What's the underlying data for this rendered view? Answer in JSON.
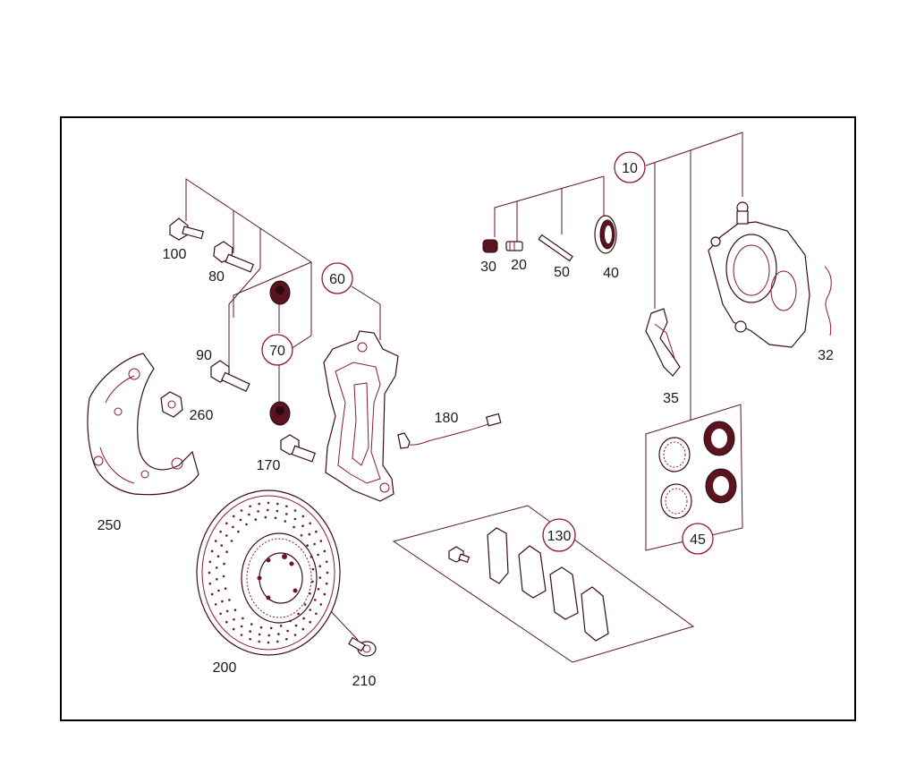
{
  "colors": {
    "line": "#5a1a26",
    "accent": "#8b1a2b",
    "frame": "#000000",
    "background": "#ffffff"
  },
  "callouts": [
    "10",
    "60",
    "70",
    "130",
    "45"
  ],
  "parts": {
    "p100": "100",
    "p80": "80",
    "p90": "90",
    "p260": "260",
    "p250": "250",
    "p170": "170",
    "p180": "180",
    "p200": "200",
    "p210": "210",
    "p30": "30",
    "p20": "20",
    "p50": "50",
    "p40": "40",
    "p35": "35",
    "p32": "32"
  }
}
